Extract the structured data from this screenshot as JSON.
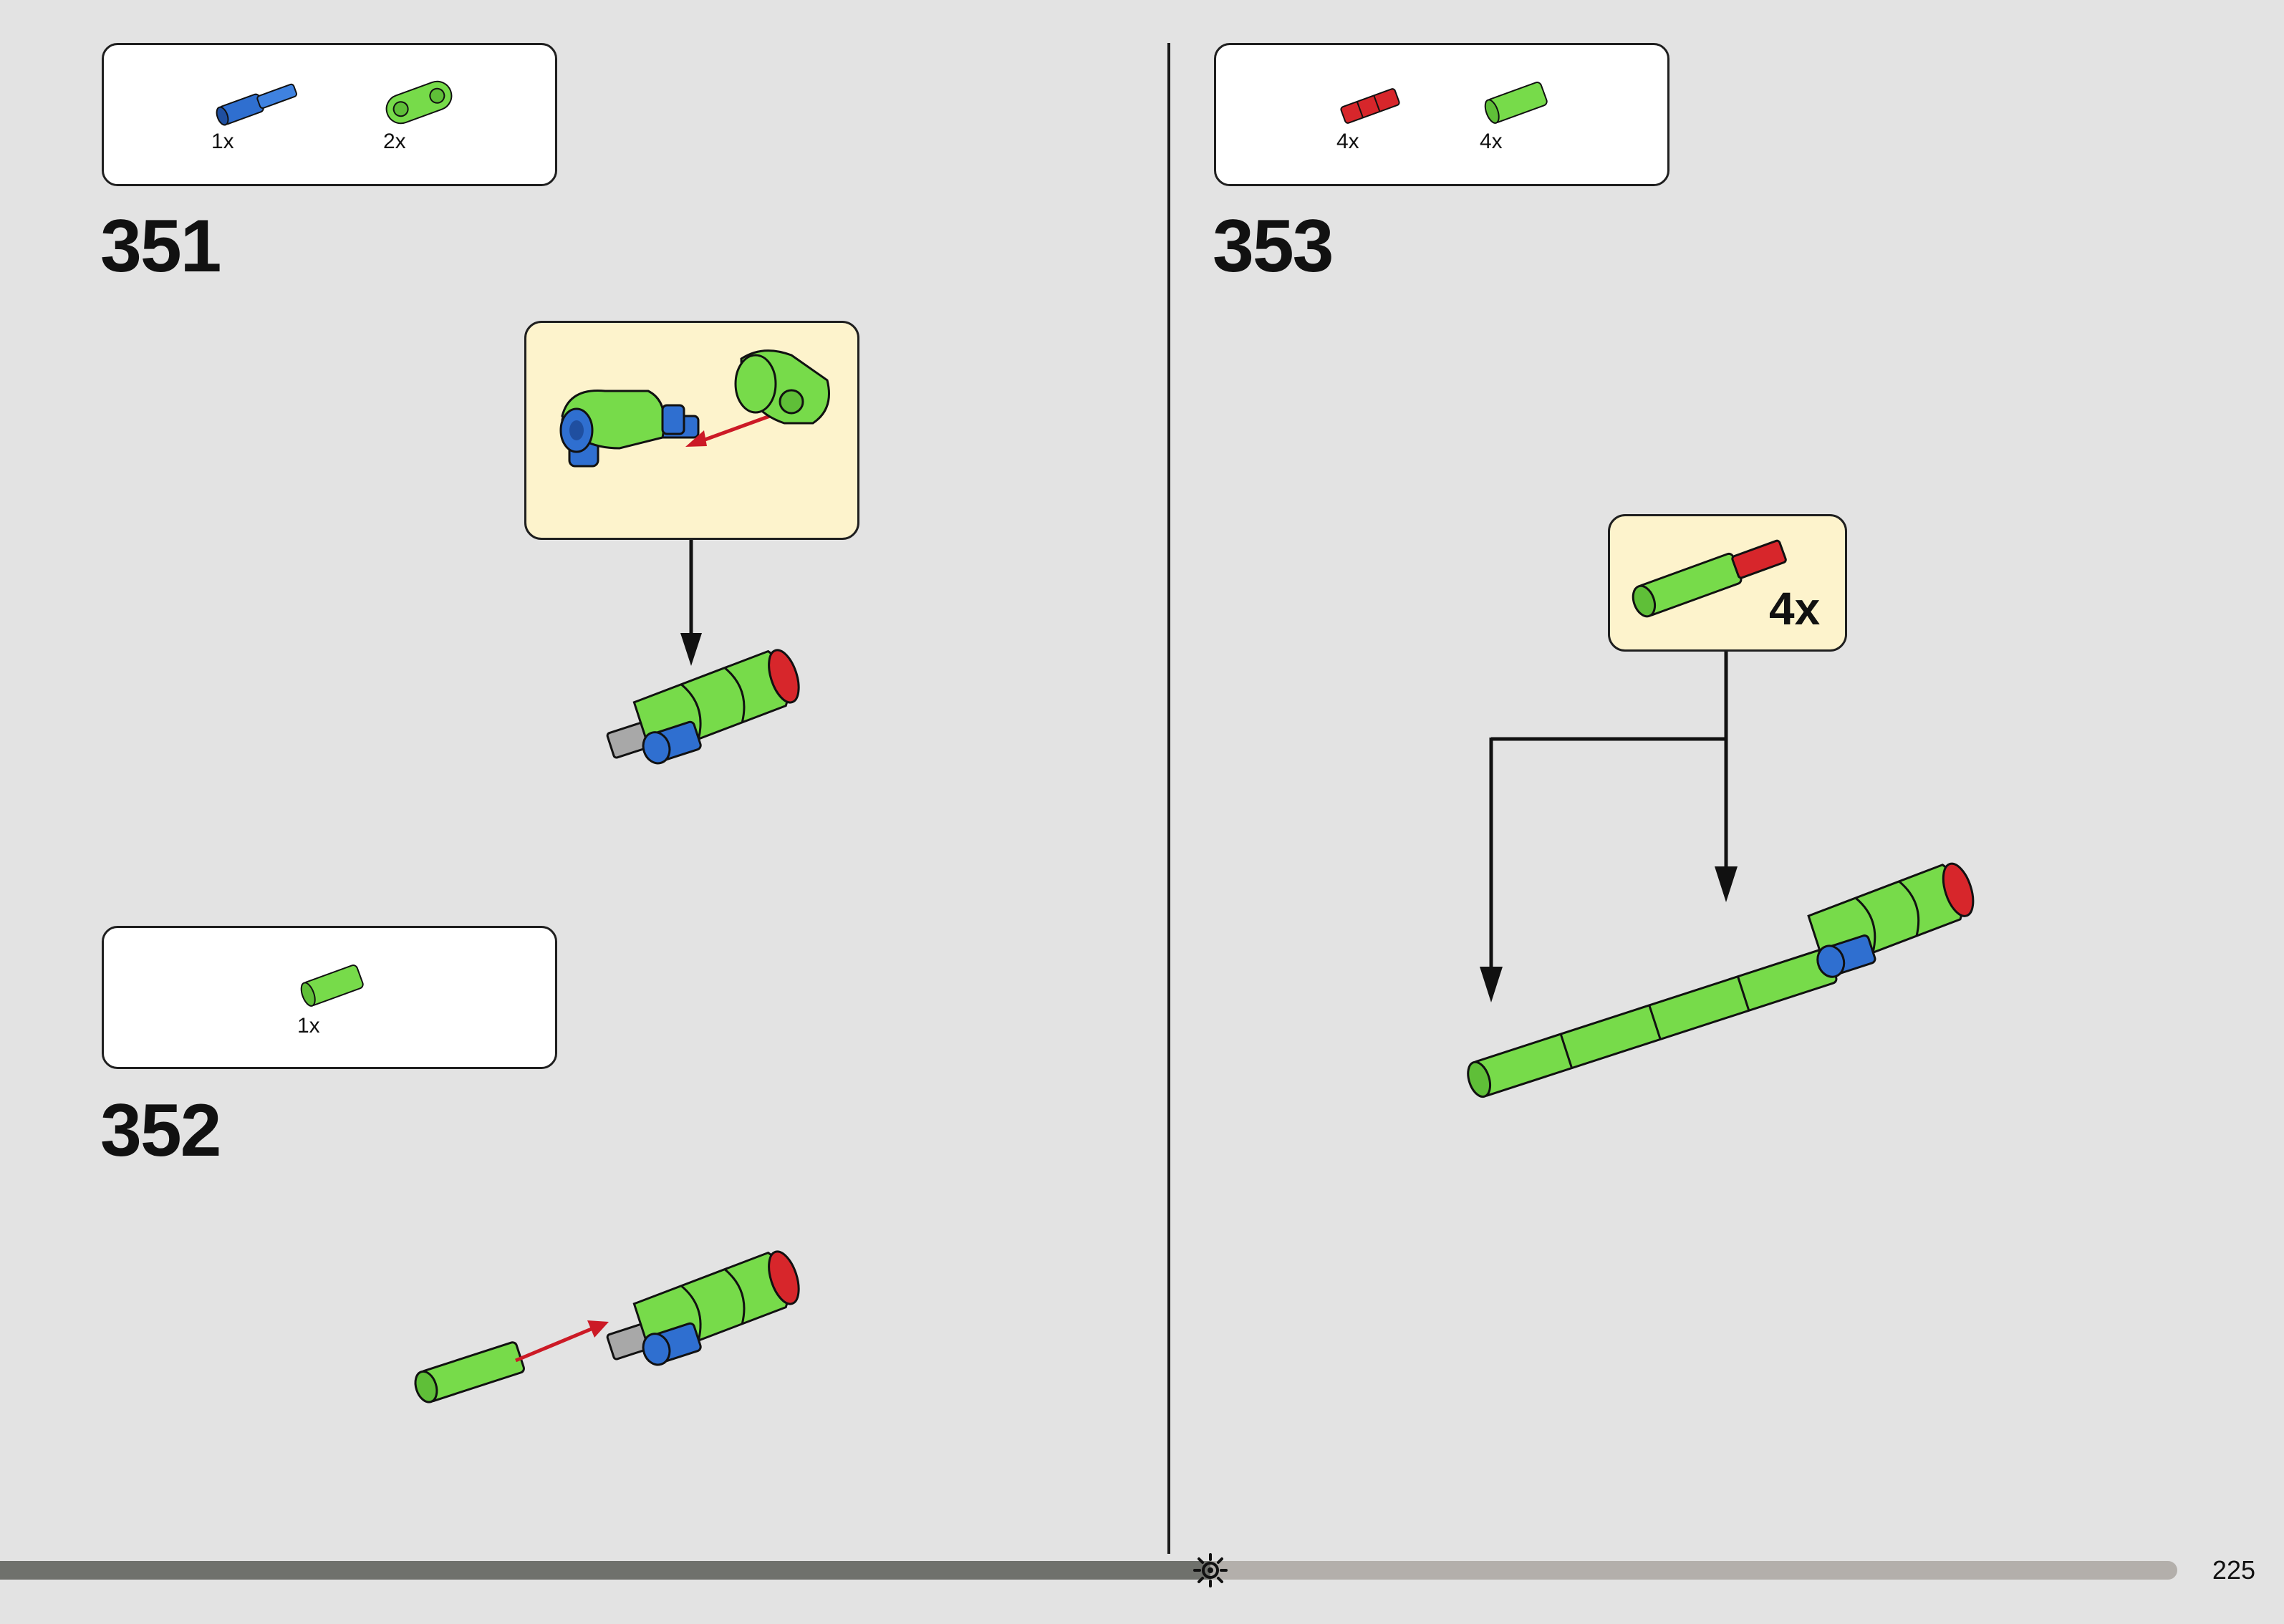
{
  "steps": [
    {
      "number": "351",
      "parts": [
        {
          "icon": "blue-axle-pin-icon",
          "qty": "1x"
        },
        {
          "icon": "green-beam-icon",
          "qty": "2x"
        }
      ]
    },
    {
      "number": "352",
      "parts": [
        {
          "icon": "green-axle-connector-icon",
          "qty": "1x"
        }
      ]
    },
    {
      "number": "353",
      "parts": [
        {
          "icon": "red-axle-icon",
          "qty": "4x"
        },
        {
          "icon": "green-axle-connector-icon",
          "qty": "4x"
        }
      ],
      "callout_qty": "4x"
    }
  ],
  "footer": {
    "page_number": "225",
    "progress_fraction": 0.556
  },
  "colors": {
    "background": "#e3e3e3",
    "lime_green": "#77db4a",
    "blue": "#2f6fd0",
    "red": "#d7262b",
    "callout_bg": "#fdf3cc",
    "arrow_red": "#cc1a26"
  }
}
